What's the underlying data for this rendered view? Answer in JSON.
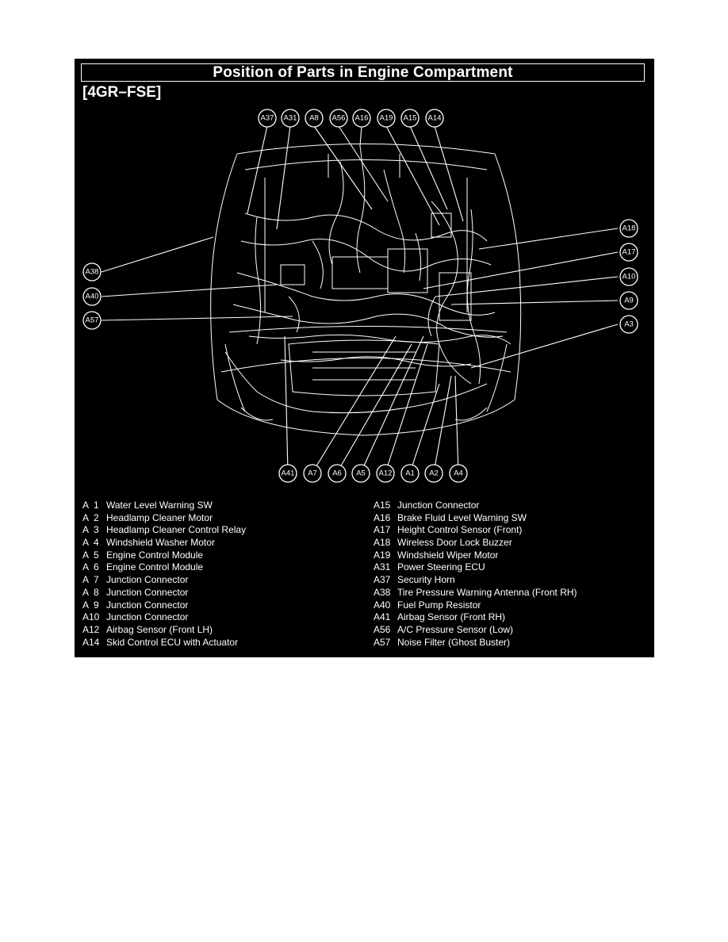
{
  "title": "Position of Parts in Engine Compartment",
  "variant": "[4GR–FSE]",
  "colors": {
    "background": "#000000",
    "foreground": "#ffffff"
  },
  "callouts": [
    "A37",
    "A31",
    "A8",
    "A56",
    "A16",
    "A19",
    "A15",
    "A14",
    "A18",
    "A17",
    "A10",
    "A9",
    "A3",
    "A38",
    "A40",
    "A57",
    "A41",
    "A7",
    "A6",
    "A5",
    "A12",
    "A1",
    "A2",
    "A4"
  ],
  "legend_left": [
    {
      "code": "A  1",
      "name": "Water Level Warning SW"
    },
    {
      "code": "A  2",
      "name": "Headlamp Cleaner Motor"
    },
    {
      "code": "A  3",
      "name": "Headlamp Cleaner Control Relay"
    },
    {
      "code": "A  4",
      "name": "Windshield Washer Motor"
    },
    {
      "code": "A  5",
      "name": "Engine Control Module"
    },
    {
      "code": "A  6",
      "name": "Engine Control Module"
    },
    {
      "code": "A  7",
      "name": "Junction Connector"
    },
    {
      "code": "A  8",
      "name": "Junction Connector"
    },
    {
      "code": "A  9",
      "name": "Junction Connector"
    },
    {
      "code": "A10",
      "name": "Junction Connector"
    },
    {
      "code": "A12",
      "name": "Airbag Sensor (Front LH)"
    },
    {
      "code": "A14",
      "name": "Skid Control ECU with Actuator"
    }
  ],
  "legend_right": [
    {
      "code": "A15",
      "name": "Junction Connector"
    },
    {
      "code": "A16",
      "name": "Brake Fluid Level Warning SW"
    },
    {
      "code": "A17",
      "name": "Height Control Sensor (Front)"
    },
    {
      "code": "A18",
      "name": "Wireless Door Lock Buzzer"
    },
    {
      "code": "A19",
      "name": "Windshield Wiper Motor"
    },
    {
      "code": "A31",
      "name": "Power Steering ECU"
    },
    {
      "code": "A37",
      "name": "Security Horn"
    },
    {
      "code": "A38",
      "name": "Tire Pressure Warning Antenna (Front RH)"
    },
    {
      "code": "A40",
      "name": "Fuel Pump Resistor"
    },
    {
      "code": "A41",
      "name": "Airbag Sensor (Front RH)"
    },
    {
      "code": "A56",
      "name": "A/C Pressure Sensor (Low)"
    },
    {
      "code": "A57",
      "name": "Noise Filter (Ghost Buster)"
    }
  ]
}
